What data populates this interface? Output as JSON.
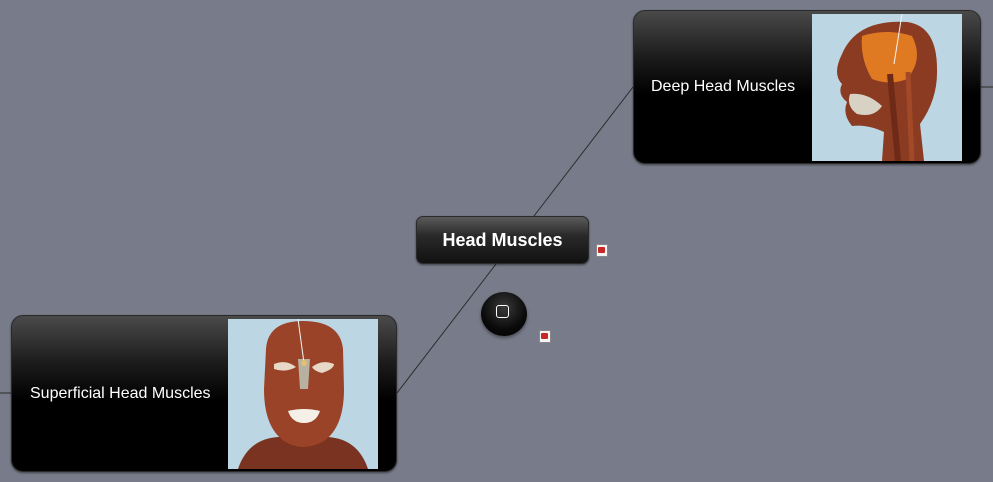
{
  "central_topic": {
    "label": "Head Muscles"
  },
  "subtopics": [
    {
      "label": "Deep Head Muscles",
      "image": "deep-head-muscles-illustration"
    },
    {
      "label": "Superficial Head Muscles",
      "image": "superficial-head-muscles-illustration"
    }
  ],
  "floating_node": {
    "icon": "square-icon"
  },
  "attachments": [
    {
      "icon": "mindmap-attachment-icon"
    },
    {
      "icon": "mindmap-attachment-icon"
    }
  ],
  "colors": {
    "canvas_background": "#787c8a",
    "node_fill": "#000000",
    "node_text": "#ffffff",
    "connector": "#2b2b2b"
  }
}
